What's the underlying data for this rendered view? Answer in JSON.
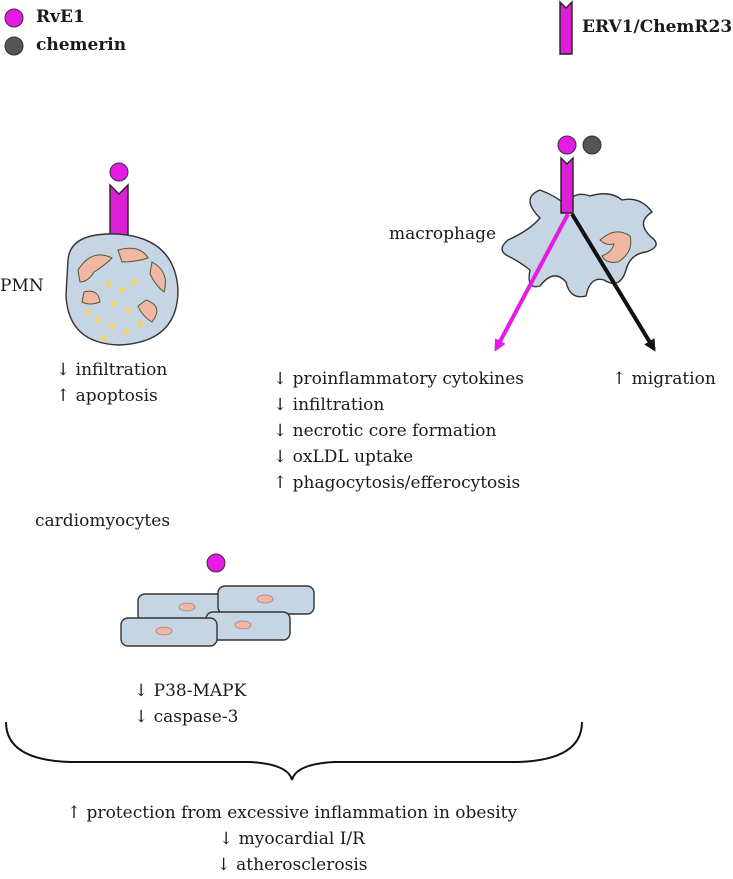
{
  "legend": {
    "rve1_label": "RvE1",
    "chemerin_label": "chemerin",
    "receptor_label": "ERV1/ChemR23"
  },
  "cells": {
    "pmn_label": "PMN",
    "macrophage_label": "macrophage",
    "cardiomyocytes_label": "cardiomyocytes"
  },
  "pmn_effects": [
    "↓ infiltration",
    "↑ apoptosis"
  ],
  "macrophage_effects": [
    "↓ proinflammatory cytokines",
    "↓ infiltration",
    "↓ necrotic core formation",
    "↓ oxLDL uptake",
    "↑ phagocytosis/efferocytosis"
  ],
  "migration_effect": "↑ migration",
  "cardiomyocyte_effects": [
    "↓ P38-MAPK",
    "↓ caspase-3"
  ],
  "outcomes": [
    "↑ protection from excessive inflammation in obesity",
    "↓ myocardial I/R",
    "↓ atherosclerosis"
  ],
  "colors": {
    "rve1": "#e619e6",
    "chemerin": "#555555",
    "receptor": "#dd1fd6",
    "cell_fill": "#c5d5e3",
    "nucleus": "#f0b7a4",
    "granule": "#f2d36a",
    "macrophage_arrow": "#e619e6",
    "migration_arrow": "#111111"
  }
}
